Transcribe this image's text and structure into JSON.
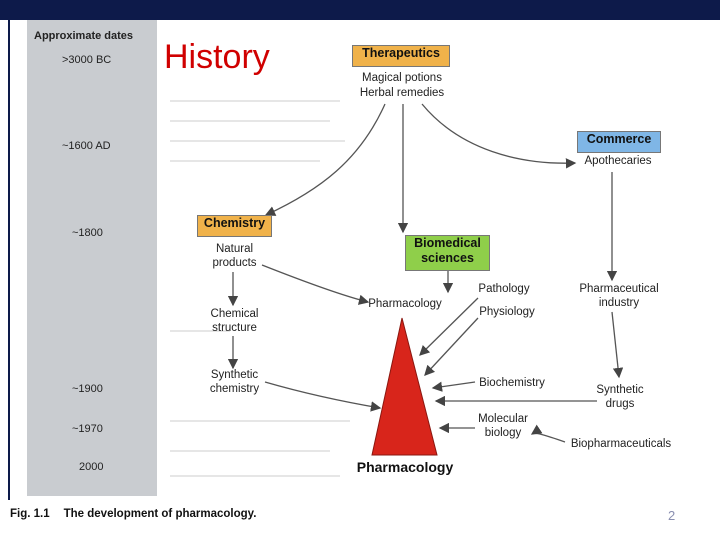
{
  "title": "History",
  "timeline": {
    "heading": "Approximate dates",
    "dates": [
      ">3000 BC",
      "~1600 AD",
      "~1800",
      "~1900",
      "~1970",
      "2000"
    ]
  },
  "boxes": {
    "therapeutics": "Therapeutics",
    "commerce": "Commerce",
    "chemistry": "Chemistry",
    "biomedical": [
      "Biomedical",
      "sciences"
    ]
  },
  "labels": {
    "magical_potions": "Magical potions",
    "herbal_remedies": "Herbal remedies",
    "apothecaries": "Apothecaries",
    "natural_products": [
      "Natural",
      "products"
    ],
    "pharmacology_mid": "Pharmacology",
    "pathology": "Pathology",
    "physiology": "Physiology",
    "pharmaceutical_industry": [
      "Pharmaceutical",
      "industry"
    ],
    "chemical_structure": [
      "Chemical",
      "structure"
    ],
    "synthetic_chemistry": [
      "Synthetic",
      "chemistry"
    ],
    "biochemistry": "Biochemistry",
    "synthetic_drugs": [
      "Synthetic",
      "drugs"
    ],
    "molecular_biology": [
      "Molecular",
      "biology"
    ],
    "biopharmaceuticals": "Biopharmaceuticals",
    "pharmacology_bottom": "Pharmacology"
  },
  "caption": {
    "fig": "Fig. 1.1",
    "text": "The development of pharmacology."
  },
  "page_number": "2",
  "colors": {
    "top_bar": "#0d1a4a",
    "title_red": "#d00000",
    "therapeutics_box": "#f0b24a",
    "chemistry_box": "#f0b24a",
    "commerce_box": "#7fb6e6",
    "biomedical_box": "#8fcf4a",
    "triangle": "#d8251b",
    "timeline_bg": "#c9ccd0"
  }
}
